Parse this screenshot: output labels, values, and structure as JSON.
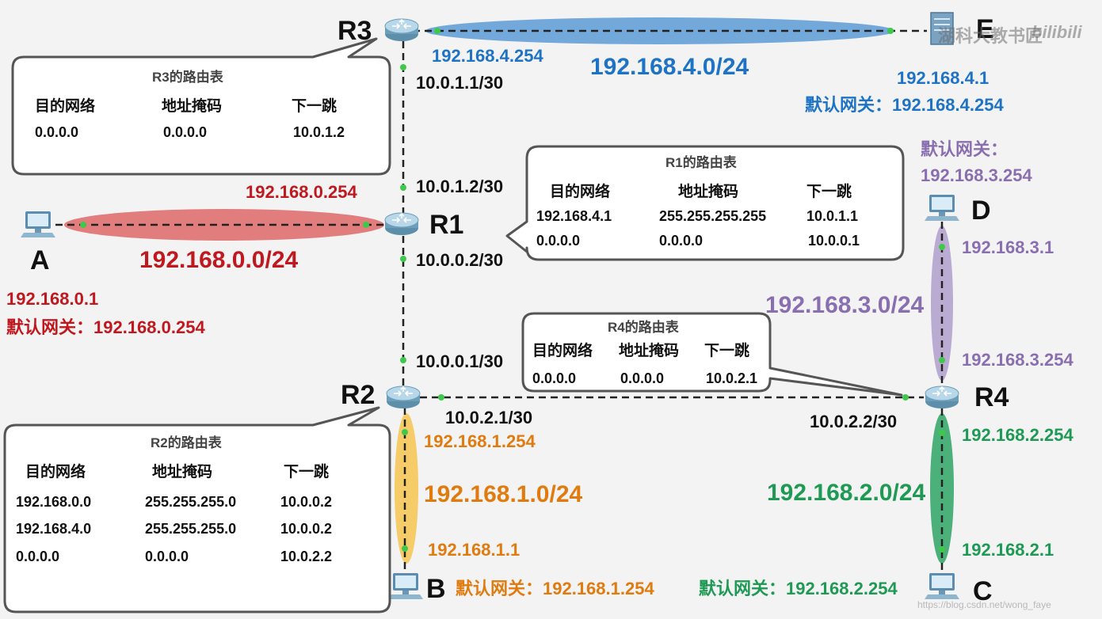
{
  "watermark": {
    "text": "湖科大教书匠",
    "brand": "bilibili"
  },
  "credit": "https://blog.csdn.net/wong_faye",
  "colors": {
    "red": "#c0181f",
    "blue": "#1f73c4",
    "purple": "#8a6fb0",
    "orange": "#e07b10",
    "green": "#1e9a55"
  },
  "nodes": {
    "R1": "R1",
    "R2": "R2",
    "R3": "R3",
    "R4": "R4",
    "A": "A",
    "B": "B",
    "C": "C",
    "D": "D",
    "E": "E"
  },
  "links": {
    "r3_r1": {
      "r3_ip": "10.0.1.1/30",
      "r1_ip": "10.0.1.2/30"
    },
    "r1_r2": {
      "r1_ip": "10.0.0.2/30",
      "r2_ip": "10.0.0.1/30"
    },
    "r2_r4": {
      "r2_ip": "10.0.2.1/30",
      "r4_ip": "10.0.2.2/30"
    }
  },
  "networks": {
    "net0": {
      "name": "192.168.0.0/24",
      "router_ip": "192.168.0.254",
      "host_ip": "192.168.0.1",
      "gateway": "默认网关：192.168.0.254"
    },
    "net4": {
      "name": "192.168.4.0/24",
      "router_ip": "192.168.4.254",
      "host_ip": "192.168.4.1",
      "gateway": "默认网关：192.168.4.254"
    },
    "net3": {
      "name": "192.168.3.0/24",
      "router_ip": "192.168.3.254",
      "host_ip": "192.168.3.1",
      "gateway_label": "默认网关：",
      "gateway_ip": "192.168.3.254"
    },
    "net1": {
      "name": "192.168.1.0/24",
      "router_ip": "192.168.1.254",
      "host_ip": "192.168.1.1",
      "gateway": "默认网关：192.168.1.254"
    },
    "net2": {
      "name": "192.168.2.0/24",
      "router_ip": "192.168.2.254",
      "host_ip": "192.168.2.1",
      "gateway": "默认网关：192.168.2.254"
    }
  },
  "tables": {
    "r3": {
      "title": "R3的路由表",
      "headers": [
        "目的网络",
        "地址掩码",
        "下一跳"
      ],
      "rows": [
        [
          "0.0.0.0",
          "0.0.0.0",
          "10.0.1.2"
        ]
      ]
    },
    "r1": {
      "title": "R1的路由表",
      "headers": [
        "目的网络",
        "地址掩码",
        "下一跳"
      ],
      "rows": [
        [
          "192.168.4.1",
          "255.255.255.255",
          "10.0.1.1"
        ],
        [
          "0.0.0.0",
          "0.0.0.0",
          "10.0.0.1"
        ]
      ]
    },
    "r4": {
      "title": "R4的路由表",
      "headers": [
        "目的网络",
        "地址掩码",
        "下一跳"
      ],
      "rows": [
        [
          "0.0.0.0",
          "0.0.0.0",
          "10.0.2.1"
        ]
      ]
    },
    "r2": {
      "title": "R2的路由表",
      "headers": [
        "目的网络",
        "地址掩码",
        "下一跳"
      ],
      "rows": [
        [
          "192.168.0.0",
          "255.255.255.0",
          "10.0.0.2"
        ],
        [
          "192.168.4.0",
          "255.255.255.0",
          "10.0.0.2"
        ],
        [
          "0.0.0.0",
          "0.0.0.0",
          "10.0.2.2"
        ]
      ]
    }
  }
}
